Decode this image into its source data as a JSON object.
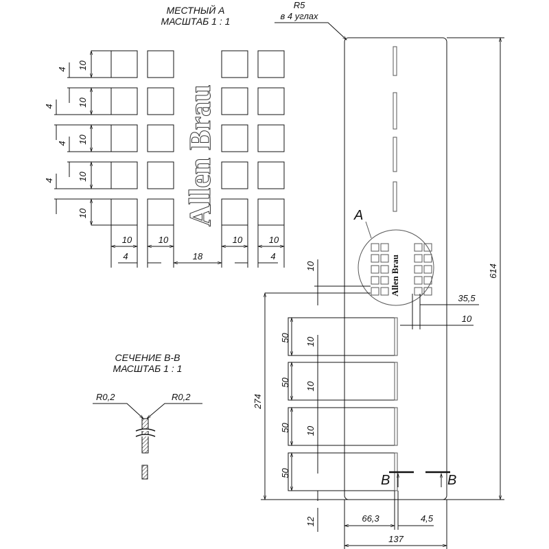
{
  "detail_a": {
    "title": "МЕСТНЫЙ А",
    "scale": "МАСШТАБ 1 : 1",
    "brand_text": "Allen Brau",
    "row_height": "10",
    "row_gap": "4",
    "col_width": "10",
    "col_gap": "4",
    "center_gap": "18"
  },
  "section_bb": {
    "title": "СЕЧЕНИЕ В-В",
    "scale": "МАСШТАБ 1 : 1",
    "radius_left": "R0,2",
    "radius_right": "R0,2"
  },
  "plate": {
    "corner_radius": "R5",
    "corner_note": "в 4 углах",
    "callout": "A",
    "section_mark": "B",
    "dims": {
      "height": "614",
      "bottom_block": "274",
      "slot_height": "50",
      "slot_gap": "10",
      "top_gap": "10",
      "bottom_margin": "12",
      "offset_right": "35,5",
      "grid_width": "10",
      "left_offset": "66,3",
      "right_offset": "4,5",
      "width": "137"
    }
  }
}
